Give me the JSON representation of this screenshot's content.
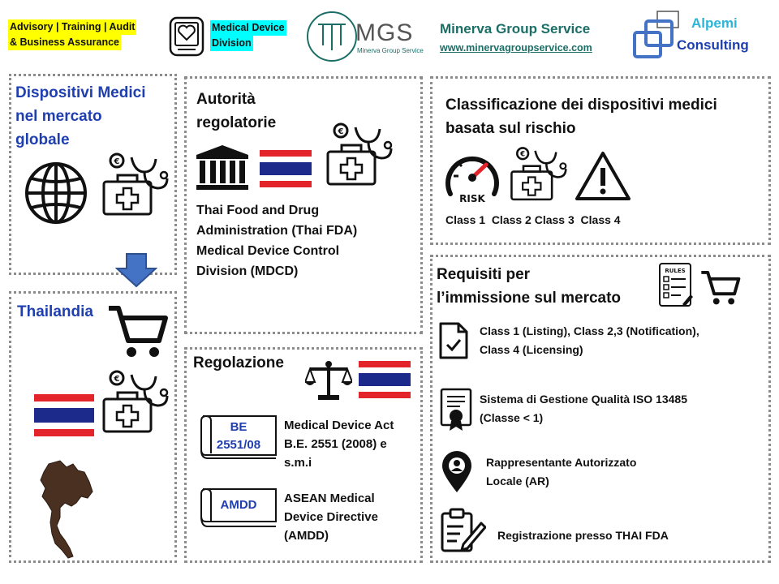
{
  "header": {
    "tag_advisory_line1": "Advisory | Training | Audit",
    "tag_advisory_line2": "& Business Assurance",
    "tag_medical_line1": "Medical Device",
    "tag_medical_line2": "Division",
    "logo_letters": "MGS",
    "logo_subtitle": "Minerva Group Service",
    "company_name": "Minerva Group Service",
    "company_url": "www.minervagroupservice.com",
    "partner_line1": "Alpemi",
    "partner_line2": "Consulting"
  },
  "global": {
    "title_line1": "Dispositivi Medici",
    "title_line2": "nel mercato",
    "title_line3": "globale"
  },
  "thailand": {
    "title": "Thailandia"
  },
  "authority": {
    "title_line1": "Autorità",
    "title_line2": "regolatorie",
    "text_line1": "Thai Food and Drug",
    "text_line2": "Administration (Thai FDA)",
    "text_line3": "Medical Device Control",
    "text_line4": "Division (MDCD)"
  },
  "regulation": {
    "title": "Regolazione",
    "scroll1_line1": "BE",
    "scroll1_line2": "2551/08",
    "act_line1": "Medical Device Act",
    "act_line2": "B.E. 2551 (2008) e",
    "act_line3": "s.m.i",
    "scroll2_label": "AMDD",
    "asean_line1": "ASEAN Medical",
    "asean_line2": "Device Directive",
    "asean_line3": "(AMDD)"
  },
  "classification": {
    "title_line1": "Classificazione dei dispositivi medici",
    "title_line2": "basata sul rischio",
    "risk_label": "RISK",
    "classes": "Class 1  Class 2 Class 3  Class 4"
  },
  "requirements": {
    "title_line1": "Requisiti per",
    "title_line2": "l’immissione sul mercato",
    "rules_label": "RULES",
    "item1_line1": "Class 1 (Listing), Class 2,3 (Notification),",
    "item1_line2": "Class 4 (Licensing)",
    "item2_line1": "Sistema di Gestione Qualità ISO 13485",
    "item2_line2": "(Classe < 1)",
    "item3_line1": "Rappresentante Autorizzato",
    "item3_line2": "Locale (AR)",
    "item4": "Registrazione presso THAI FDA"
  },
  "colors": {
    "title_blue": "#1f3fb0",
    "teal": "#1b6f66",
    "arrow_blue": "#4472c4",
    "thai_red": "#e3242b",
    "thai_blue": "#1c2a8c",
    "tag_yellow": "#ffff00",
    "tag_cyan": "#00ffff"
  }
}
